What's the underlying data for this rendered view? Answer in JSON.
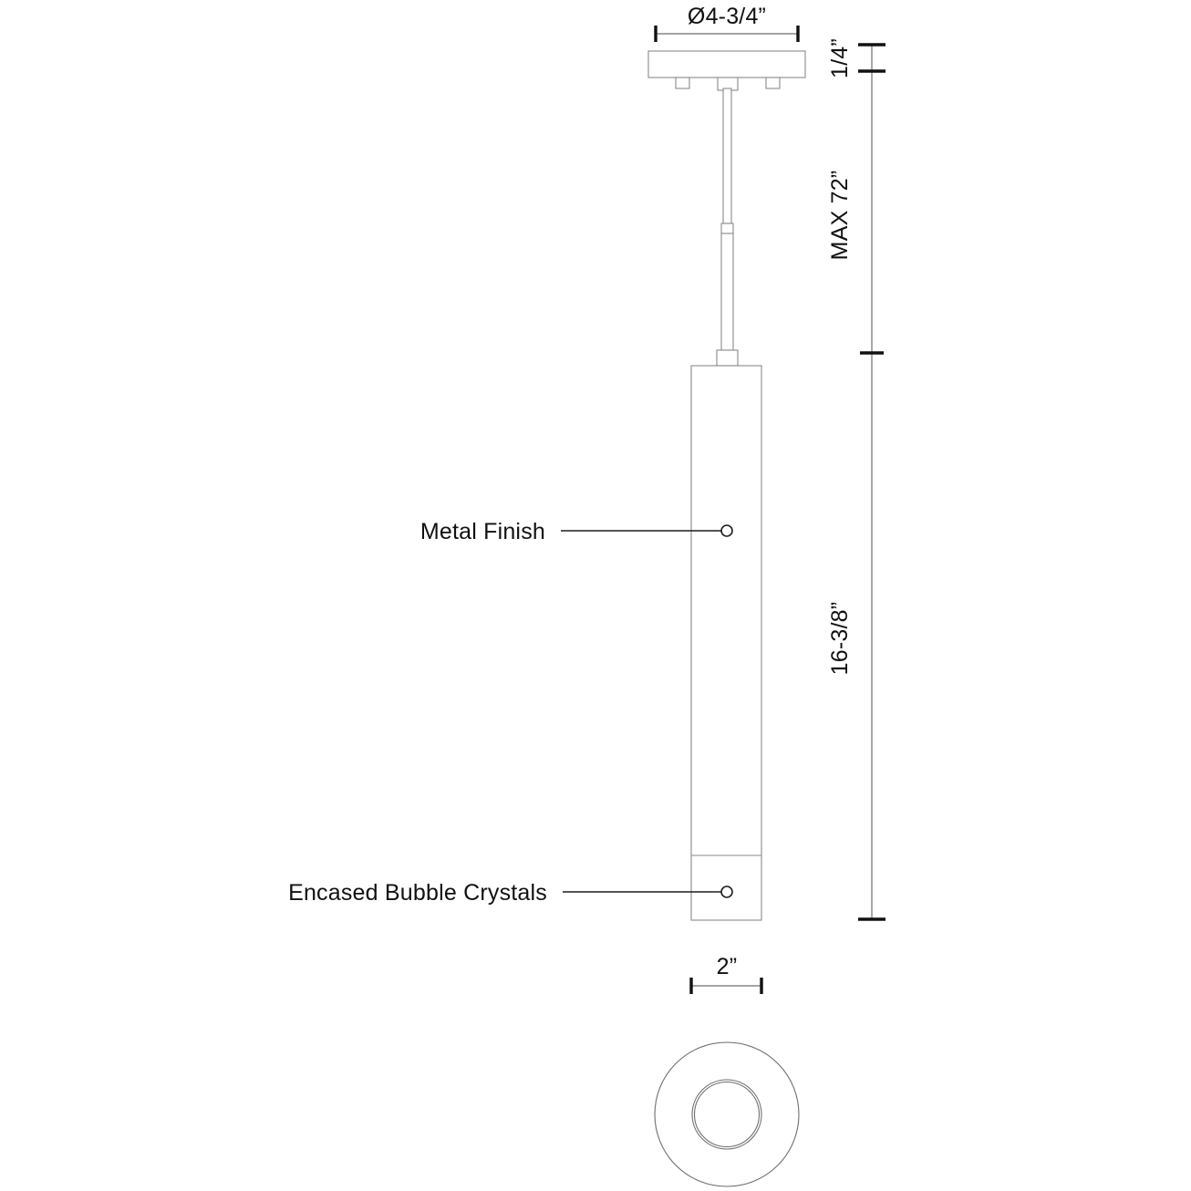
{
  "drawing": {
    "title": "Pendant Light Dimension Drawing",
    "background_color": "#ffffff",
    "line_color": "#8a8a8a",
    "text_color": "#111111"
  },
  "dimensions": {
    "canopy_diameter": "Ø4-3/4”",
    "canopy_height": "1/4”",
    "max_drop": "MAX 72”",
    "body_height": "16-3/8”",
    "body_diameter": "2”"
  },
  "callouts": [
    {
      "id": "metal-finish",
      "label": "Metal Finish"
    },
    {
      "id": "encased-bubble-crystals",
      "label": "Encased Bubble Crystals"
    }
  ],
  "views": {
    "elevation_label": "elevation-view",
    "plan_label": "plan-view"
  }
}
